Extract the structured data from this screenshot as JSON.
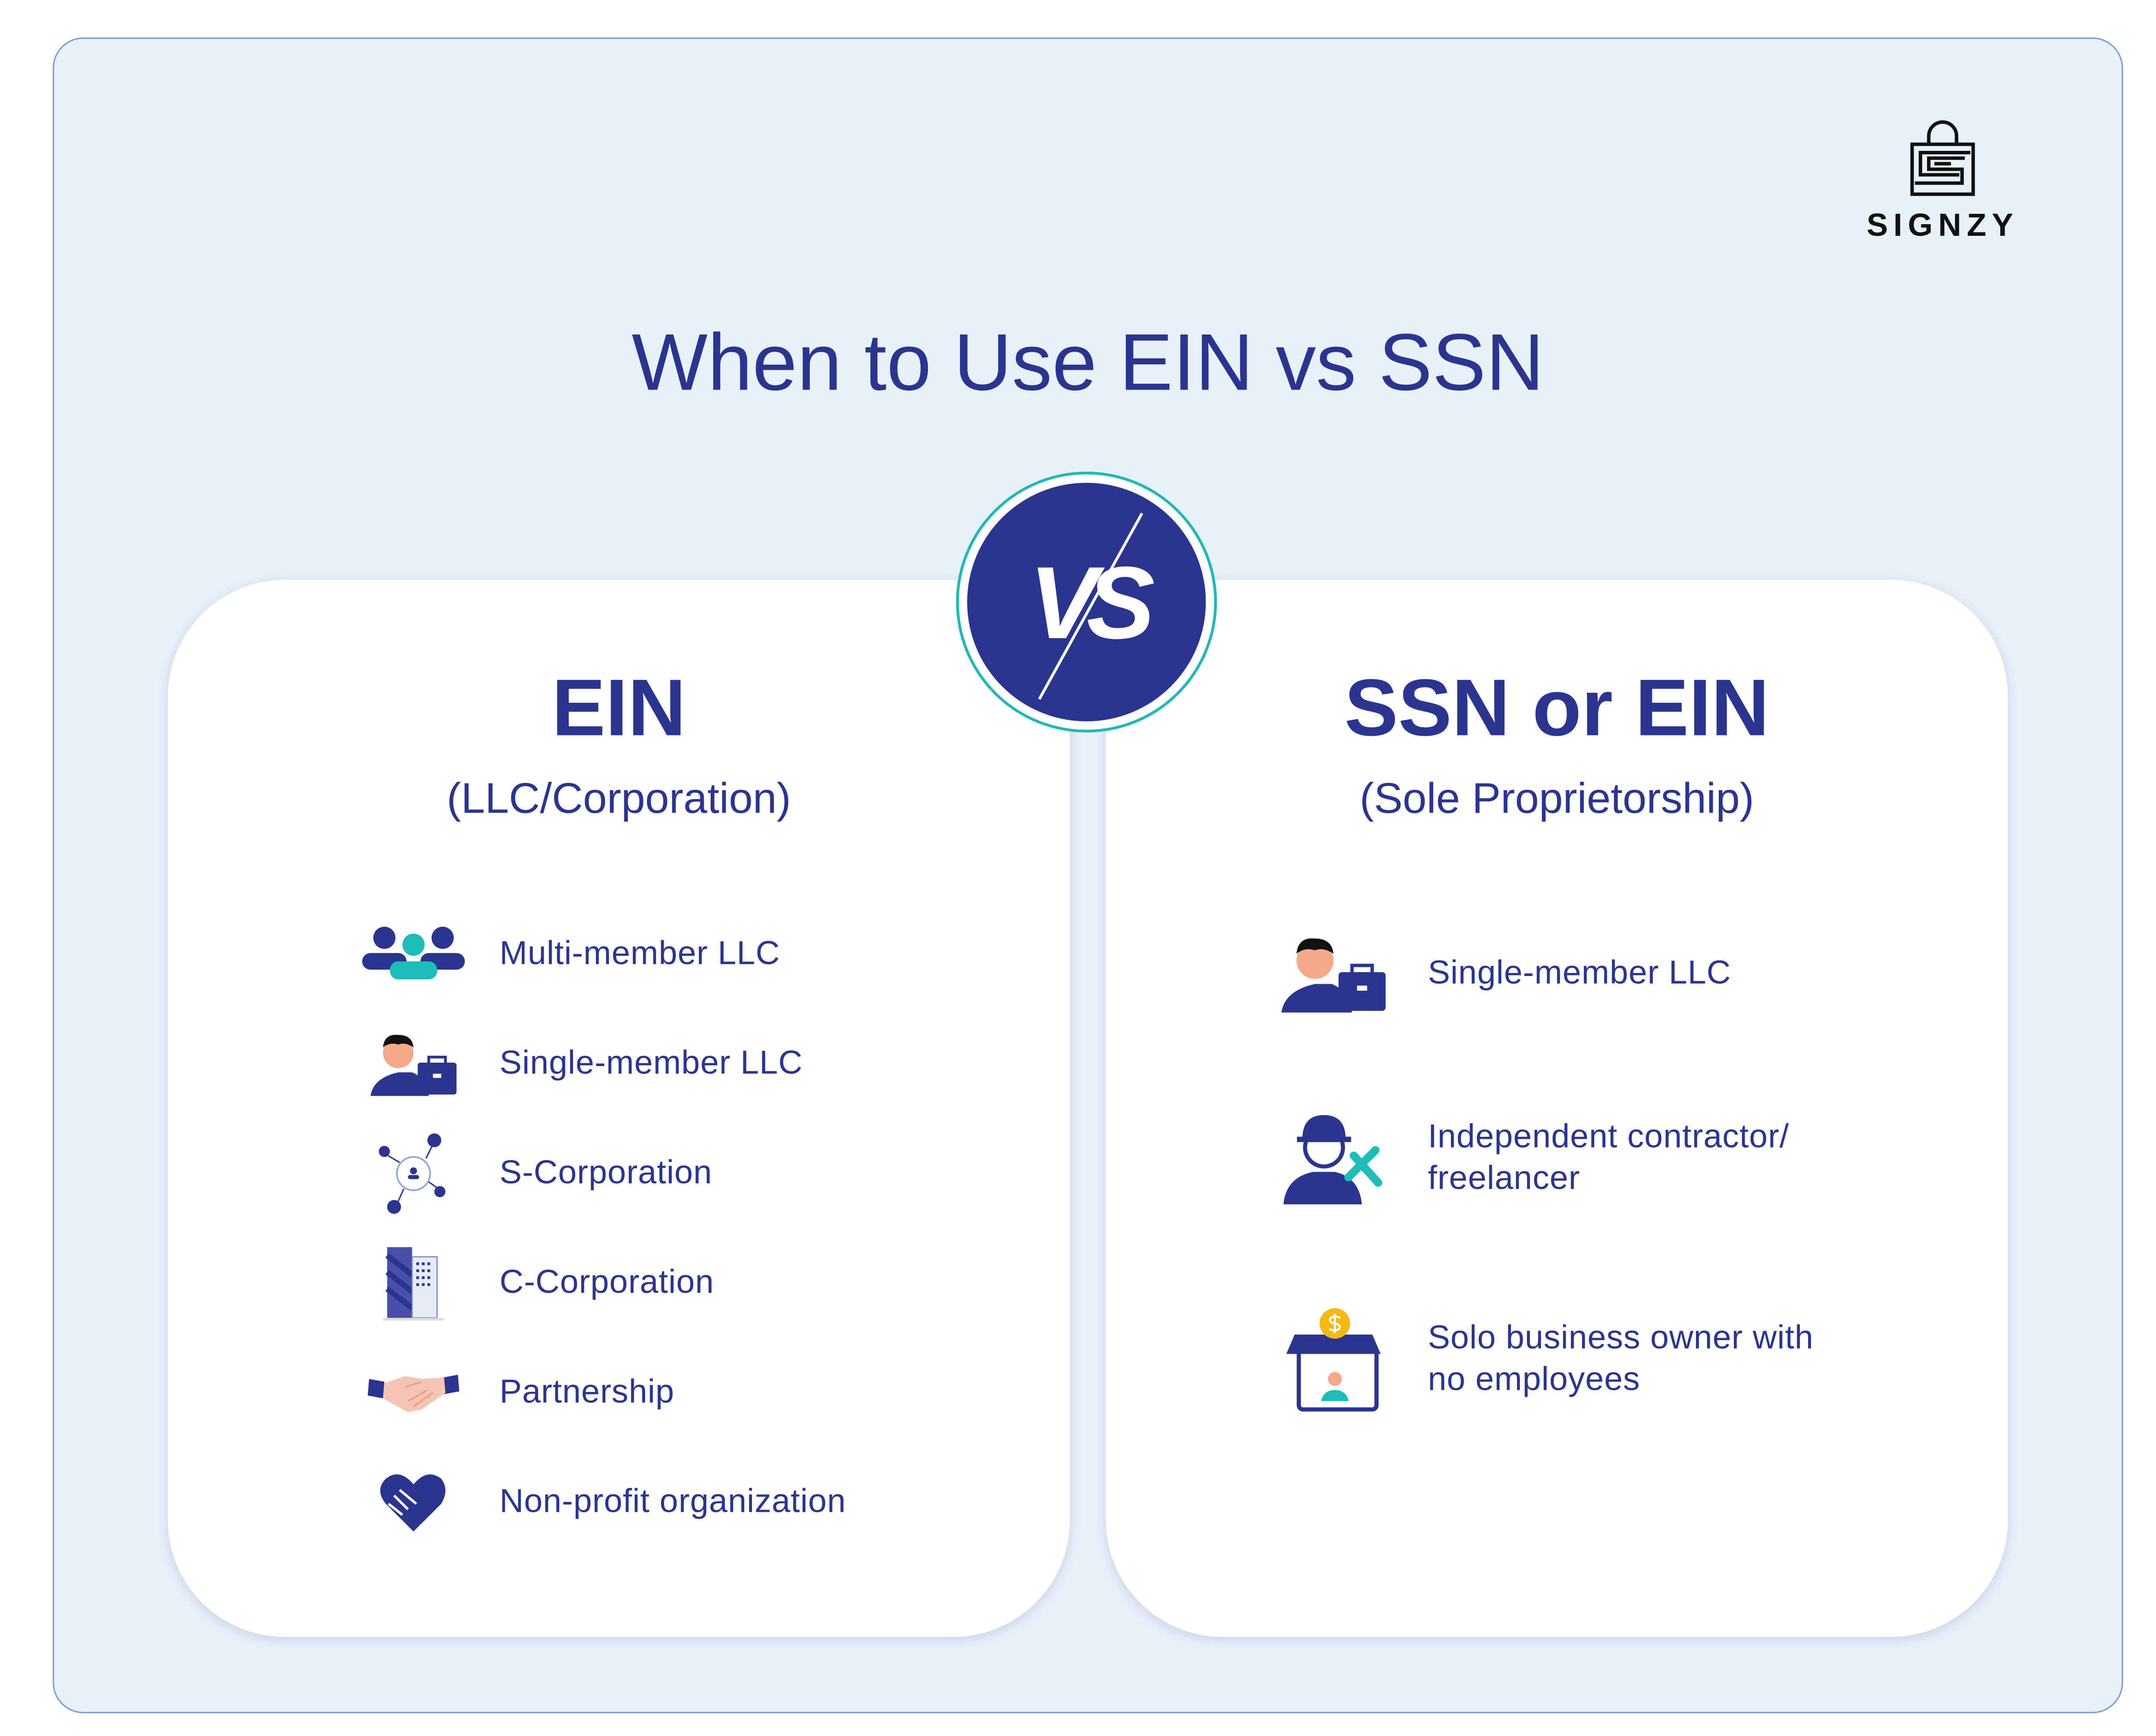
{
  "logo": {
    "text": "SIGNZY"
  },
  "title": "When to Use EIN vs SSN",
  "vs_badge": "VS",
  "left": {
    "heading": "EIN",
    "subheading": "(LLC/Corporation)",
    "items": [
      {
        "icon": "group-icon",
        "label": "Multi-member LLC"
      },
      {
        "icon": "businessman-briefcase-icon",
        "label": "Single-member LLC"
      },
      {
        "icon": "network-icon",
        "label": "S-Corporation"
      },
      {
        "icon": "building-icon",
        "label": "C-Corporation"
      },
      {
        "icon": "handshake-icon",
        "label": "Partnership"
      },
      {
        "icon": "heart-hands-icon",
        "label": "Non-profit organization"
      }
    ]
  },
  "right": {
    "heading": "SSN or EIN",
    "subheading": "(Sole Proprietorship)",
    "items": [
      {
        "icon": "businessman-briefcase-icon",
        "label": "Single-member LLC"
      },
      {
        "icon": "contractor-tools-icon",
        "label": "Independent contractor/ freelancer"
      },
      {
        "icon": "shop-owner-icon",
        "label": "Solo business owner with no employees"
      }
    ]
  },
  "colors": {
    "primary": "#2b3490",
    "accent": "#1fb8b6",
    "background": "#e7f1fa"
  }
}
